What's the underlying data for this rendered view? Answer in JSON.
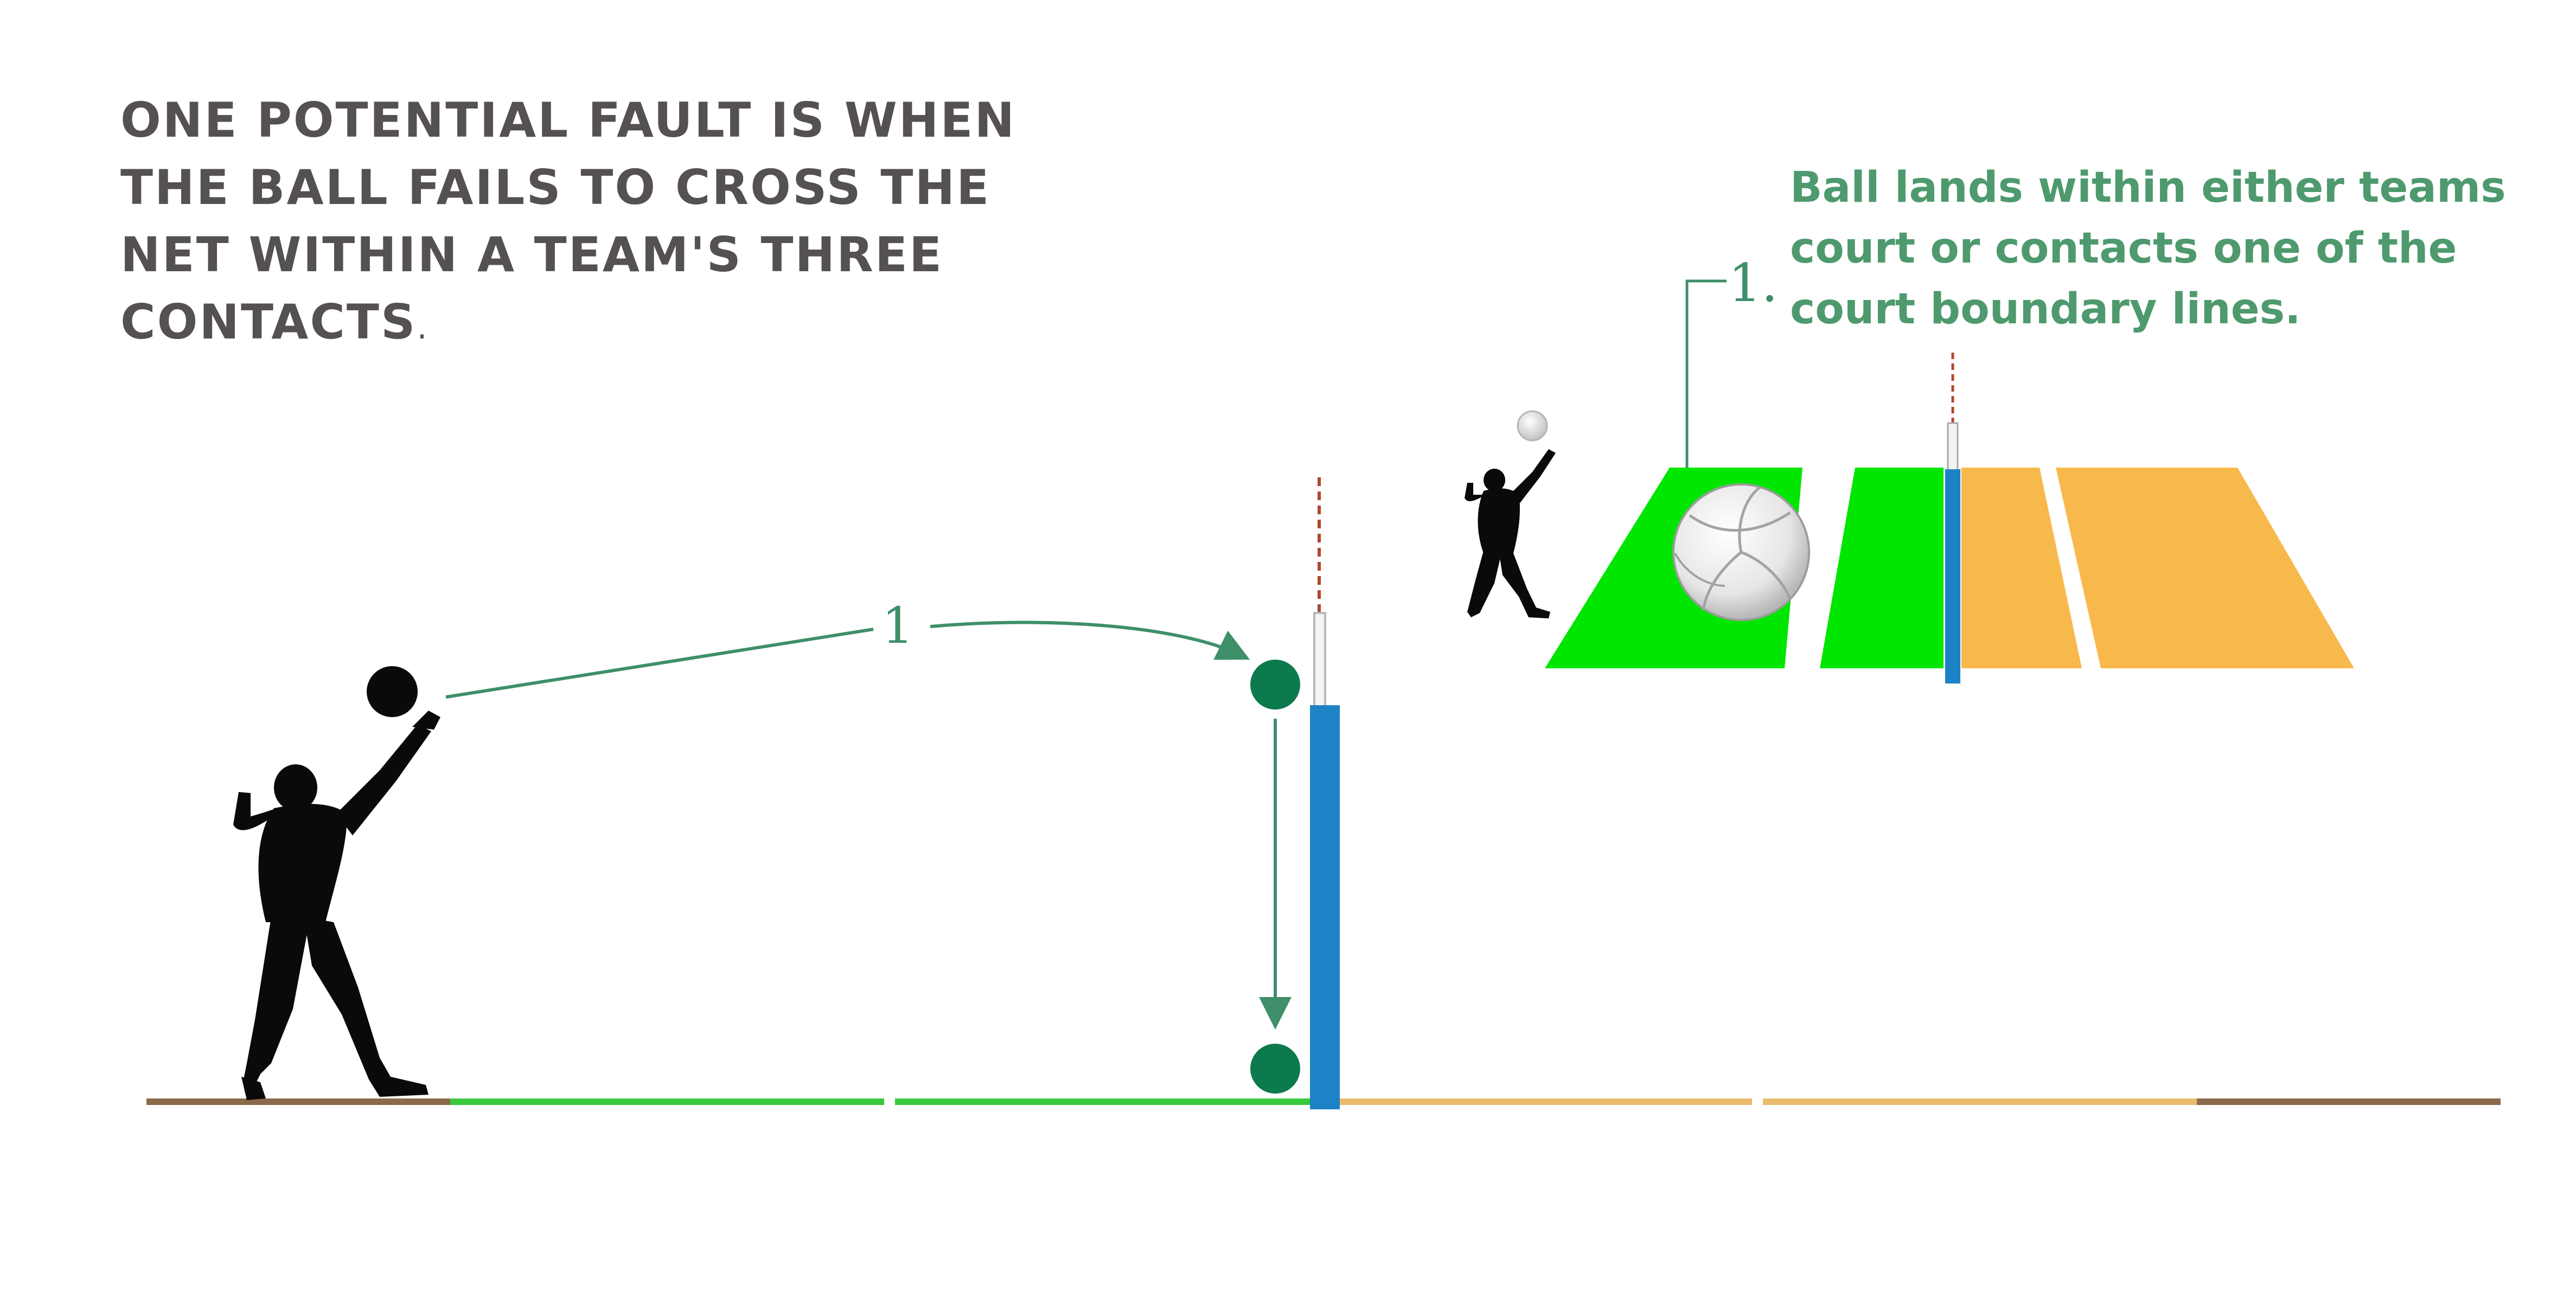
{
  "headline": {
    "lines": [
      "ONE POTENTIAL FAULT IS WHEN",
      "THE BALL FAILS TO CROSS THE",
      "NET WITHIN A TEAM'S THREE",
      "CONTACTS"
    ],
    "end_mark": "."
  },
  "annotation": {
    "lines": [
      "Ball lands within either teams",
      "court or contacts one of the",
      "court boundary lines."
    ]
  },
  "side_view": {
    "contact_label": "1"
  },
  "court_view": {
    "contact_label": "1."
  },
  "colors": {
    "headline_text": "#555150",
    "annotation_text": "#4e9a6e",
    "court_green": "#00e600",
    "court_orange": "#f8b94c",
    "net_post_blue": "#1e82c6",
    "ball_dark_green": "#0c7a4c",
    "trajectory_green": "#3e8f6a",
    "floor_brown": "#8a6a4b",
    "floor_green": "#38c93c",
    "floor_tan": "#e9bb6c",
    "silhouette": "#0a0a0a"
  },
  "icons": {
    "server": "player-silhouette-serving",
    "ball": "volleyball",
    "post": "net-post",
    "antenna": "net-antenna"
  }
}
